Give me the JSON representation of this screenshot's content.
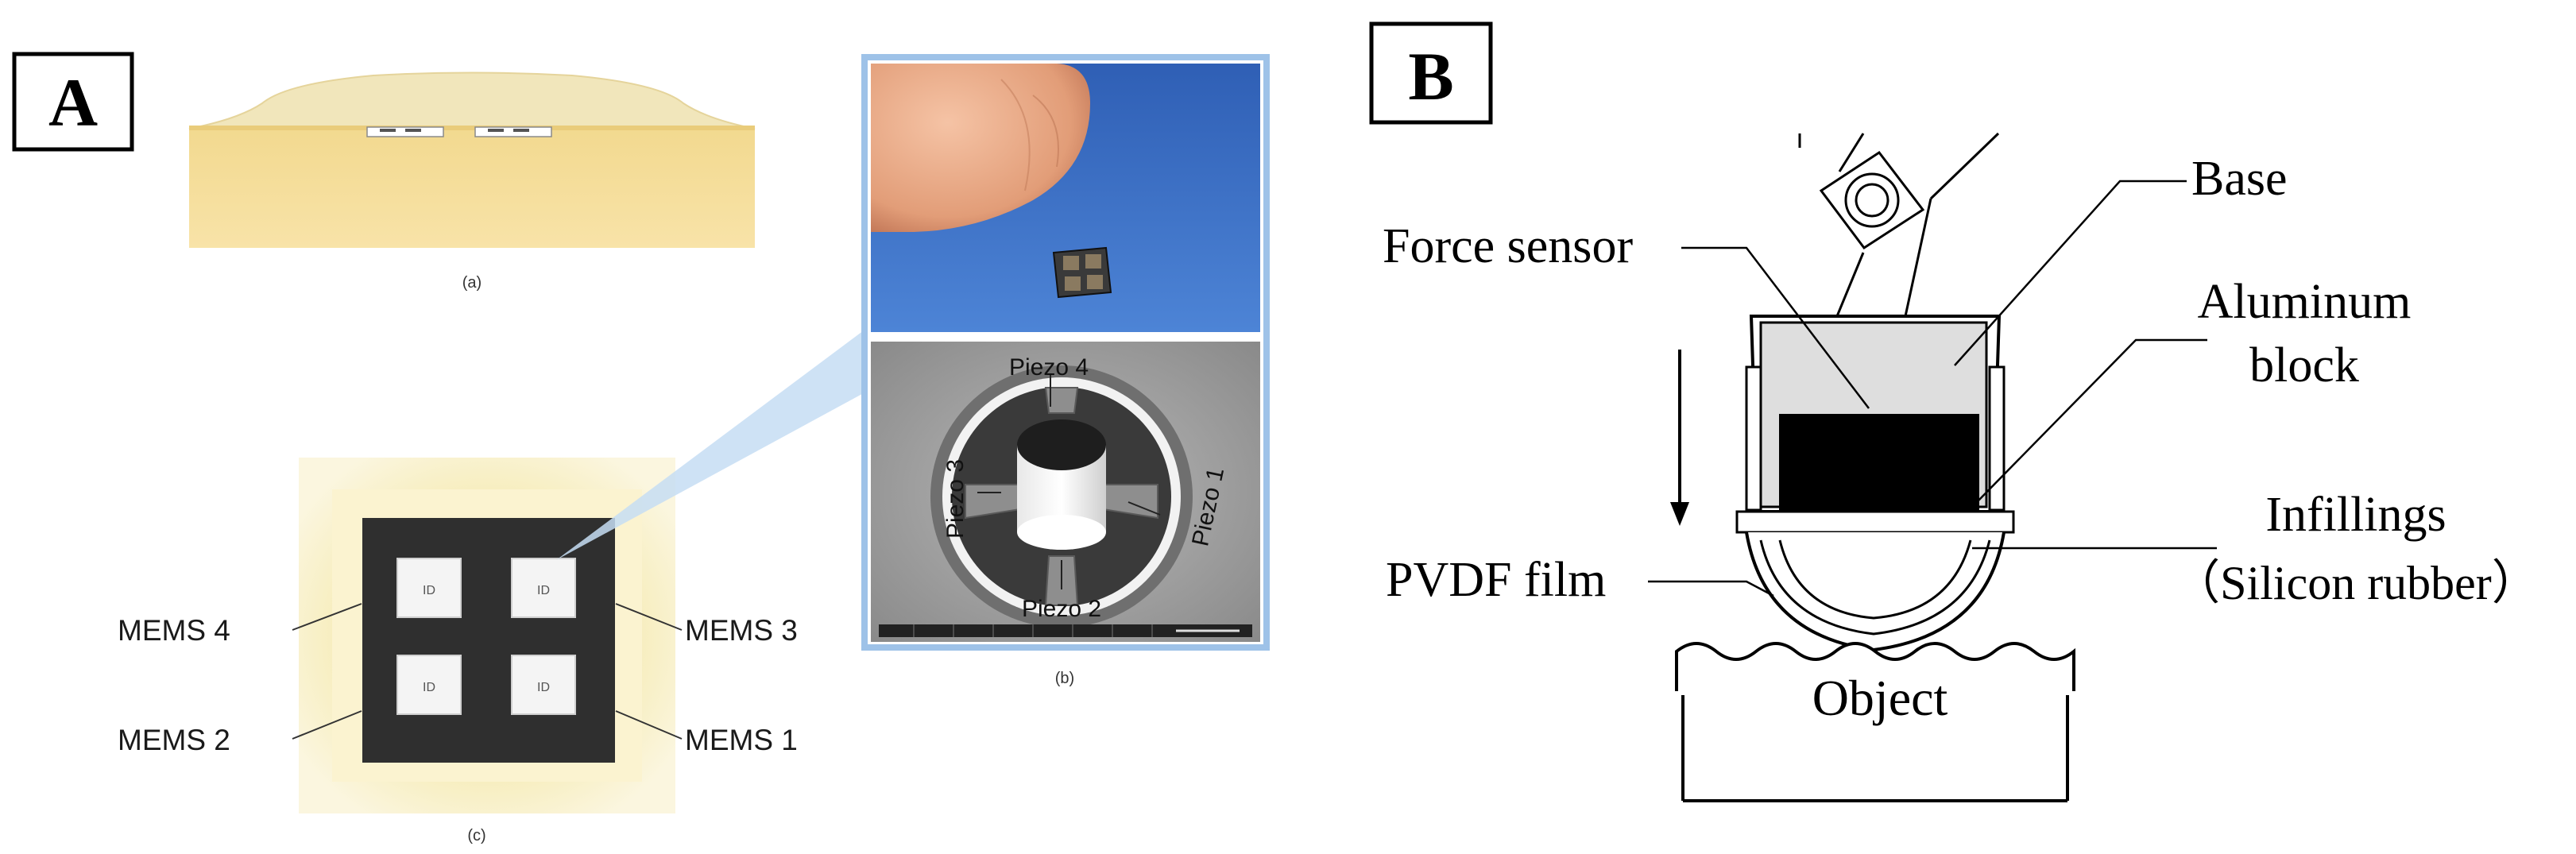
{
  "panel_a": {
    "label": "A",
    "sub_a_caption": "(a)",
    "sub_b_caption": "(b)",
    "sub_c_caption": "(c)",
    "piezo_labels": [
      "Piezo 4",
      "Piezo 3",
      "Piezo 1",
      "Piezo 2"
    ],
    "mems_labels": [
      "MEMS 4",
      "MEMS 3",
      "MEMS 2",
      "MEMS 1"
    ],
    "chip_marks": [
      "ID",
      "ID",
      "ID",
      "ID"
    ]
  },
  "panel_b": {
    "label": "B",
    "labels": {
      "base": "Base",
      "force_sensor": "Force sensor",
      "aluminum_line1": "Aluminum",
      "aluminum_line2": "block",
      "infillings_line1": "Infillings",
      "infillings_line2": "（Silicon rubber）",
      "pvdf": "PVDF film",
      "object": "Object"
    }
  },
  "colors": {
    "skin_top": "#f0e3b4",
    "skin_body": "#f4d687",
    "photo_sky": "#3b6cbf",
    "sem_gray": "#9c9c9c",
    "chip_dark": "#2f2f2f",
    "callout_blue": "#c5ddf3"
  }
}
